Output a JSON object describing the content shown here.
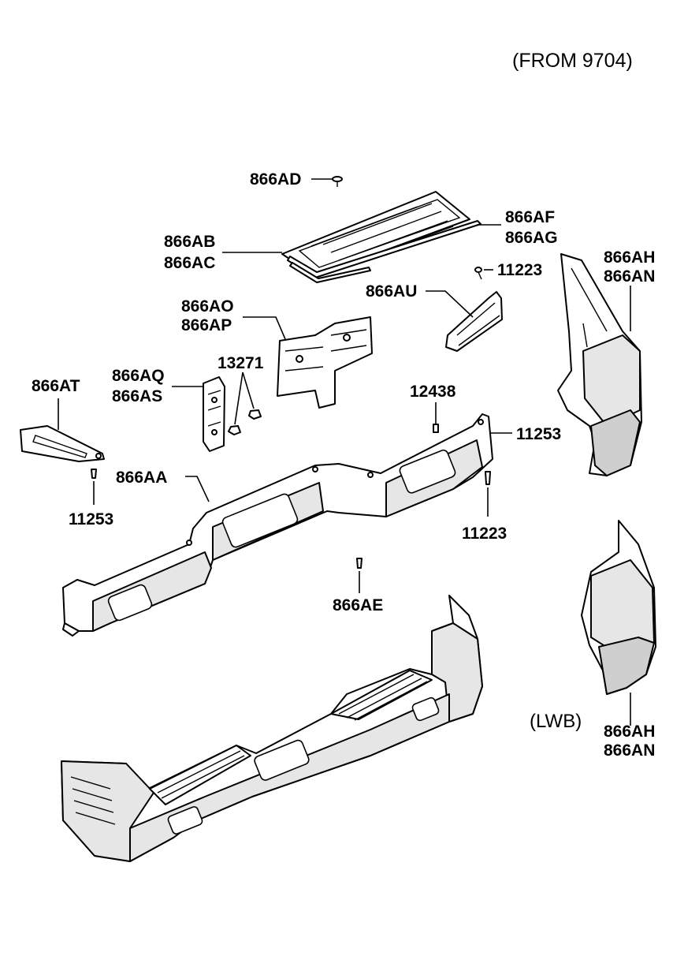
{
  "header": {
    "note": "(FROM 9704)"
  },
  "variant_note": "(LWB)",
  "callouts": {
    "p866AD": "866AD",
    "p866AB": "866AB",
    "p866AC": "866AC",
    "p866AF": "866AF",
    "p866AG": "866AG",
    "p866AH_top": "866AH",
    "p866AN_top": "866AN",
    "p11223_top": "11223",
    "p866AU": "866AU",
    "p866AO": "866AO",
    "p866AP": "866AP",
    "p13271": "13271",
    "p866AQ": "866AQ",
    "p866AS": "866AS",
    "p866AT": "866AT",
    "p12438": "12438",
    "p11253_right": "11253",
    "p866AA": "866AA",
    "p11253_left": "11253",
    "p11223_bottom": "11223",
    "p866AE": "866AE",
    "p866AH_bottom": "866AH",
    "p866AN_bottom": "866AN"
  }
}
